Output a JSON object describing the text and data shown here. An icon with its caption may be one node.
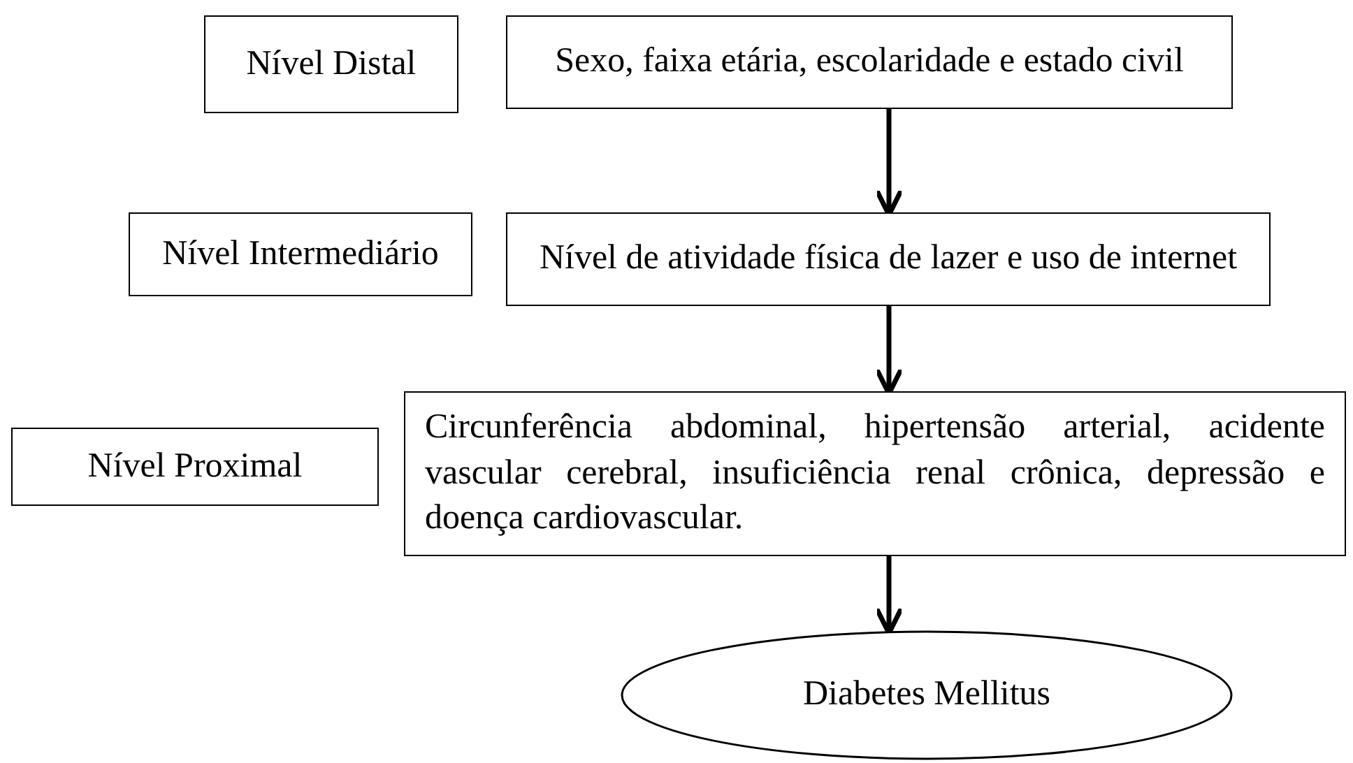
{
  "diagram": {
    "nodes": [
      {
        "text": [
          "Nível Distal"
        ]
      },
      {
        "text": [
          "Sexo, faixa etária, escolaridade e estado civil"
        ]
      },
      {
        "text": [
          "Nível Intermediário"
        ]
      },
      {
        "text": [
          "Nível de atividade física de lazer e uso de internet"
        ]
      },
      {
        "text": [
          "Nível Proximal"
        ]
      },
      {
        "text": [
          "Circunferência abdominal, hipertensão arterial, acidente vascular cerebral, insuficiência renal crônica, depressão e doença cardiovascular."
        ]
      },
      {
        "text": [
          "Diabetes Mellitus"
        ]
      }
    ],
    "edges": [
      {
        "from": 1,
        "to": 3,
        "arrow": "to"
      },
      {
        "from": 3,
        "to": 5,
        "arrow": "to"
      },
      {
        "from": 5,
        "to": 6,
        "arrow": "to"
      }
    ]
  }
}
